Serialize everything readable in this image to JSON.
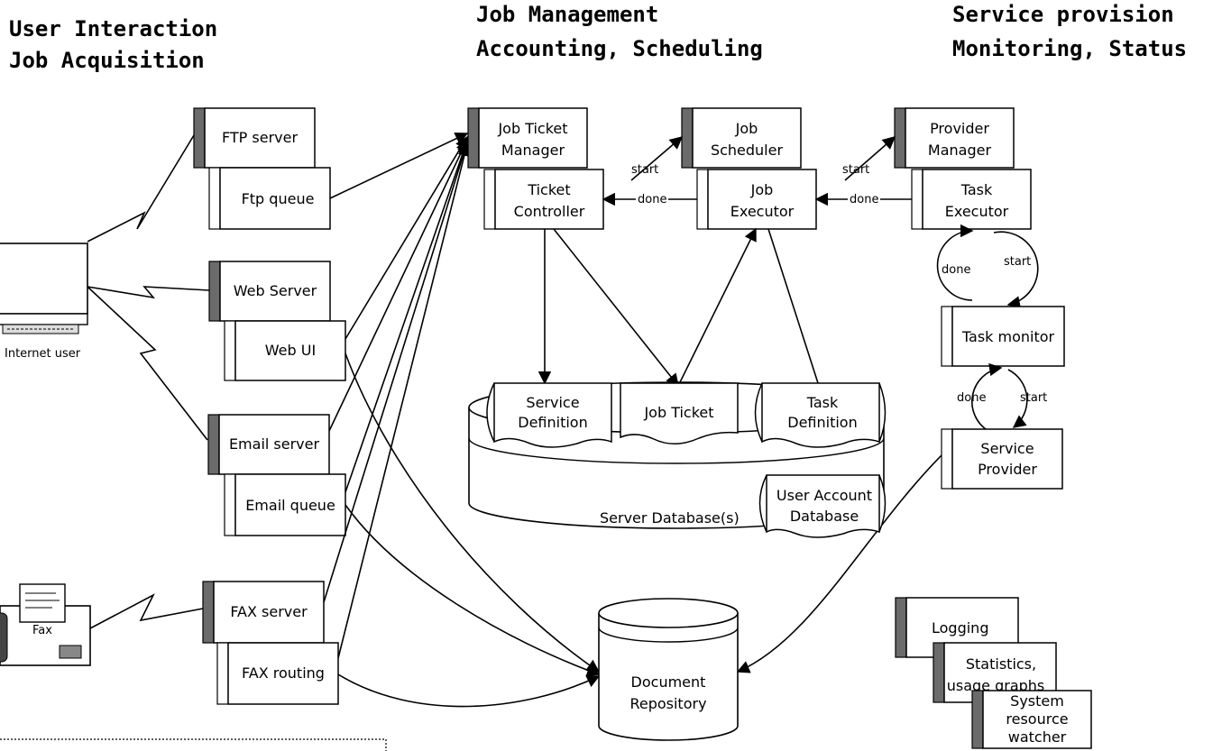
{
  "headers": {
    "col1": [
      "User Interaction",
      "Job Acquisition"
    ],
    "col2": [
      "Job Management",
      "Accounting, Scheduling"
    ],
    "col3": [
      "Service provision",
      "Monitoring, Status"
    ]
  },
  "components": {
    "ftp_server": "FTP server",
    "ftp_queue": "Ftp queue",
    "web_server": "Web Server",
    "web_ui": "Web UI",
    "email_server": "Email server",
    "email_queue": "Email queue",
    "fax_server": "FAX server",
    "fax_routing": "FAX routing",
    "job_ticket_manager": [
      "Job Ticket",
      "Manager"
    ],
    "ticket_controller": [
      "Ticket",
      "Controller"
    ],
    "job_scheduler": [
      "Job",
      "Scheduler"
    ],
    "job_executor": [
      "Job",
      "Executor"
    ],
    "provider_manager": [
      "Provider",
      "Manager"
    ],
    "task_executor": [
      "Task",
      "Executor"
    ],
    "task_monitor": "Task monitor",
    "service_provider": [
      "Service",
      "Provider"
    ],
    "logging": "Logging",
    "statistics": [
      "Statistics,",
      "usage graphs"
    ],
    "system_resource_watcher": [
      "System",
      "resource",
      "watcher"
    ]
  },
  "database": {
    "label": "Server Database(s)",
    "service_definition": [
      "Service",
      "Definition"
    ],
    "job_ticket": "Job Ticket",
    "task_definition": [
      "Task",
      "Definition"
    ],
    "user_account_database": [
      "User Account",
      "Database"
    ]
  },
  "repository": [
    "Document",
    "Repository"
  ],
  "devices": {
    "internet_user": "Internet user",
    "fax": "Fax"
  },
  "arrow_labels": {
    "start": "start",
    "done": "done"
  }
}
